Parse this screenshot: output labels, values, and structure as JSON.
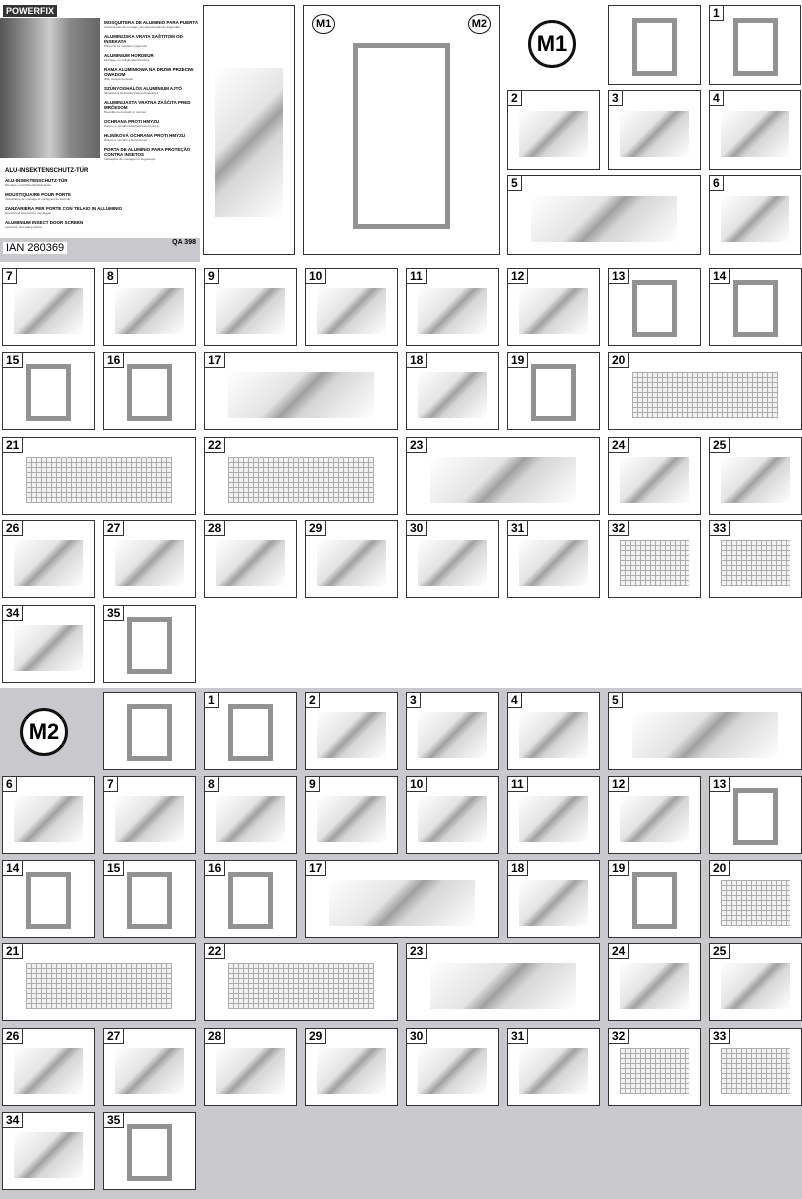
{
  "cover": {
    "brand": "POWERFIX",
    "title": "ALU-INSEKTENSCHUTZ-TÜR",
    "languages_right": [
      {
        "title": "MOSQUITERA DE ALUMINIO PARA PUERTA",
        "sub": "Instrucciones de montaje y de advertencias de seguridad"
      },
      {
        "title": "ALUMINIJSKA VRATA SAŠTITOM OD INSEKATA",
        "sub": "Priprema za montažu i sigurnost"
      },
      {
        "title": "ALUMINIUM HORDEUR",
        "sub": "Montage- en veiligheidsinstructies"
      },
      {
        "title": "RAMA ALUMINIOWA NA DRZWI PRZECIW OWADOM",
        "sub": "Wsk. bezpieczeństwa"
      },
      {
        "title": "SZÚNYOGHÁLÓS ALUMÍNIUM AJTÓ",
        "sub": "Tanácsok a biztonsági összeszereléshez"
      },
      {
        "title": "ALUMINIJASTA VRATNA ZAŠČITA PRED MRČESOM",
        "sub": "Navodila za montažo in varnost"
      },
      {
        "title": "OCHRANA PROTI HMYZU",
        "sub": "Pokyny k montáži a bezpečnostní pokyny"
      },
      {
        "title": "HLINÍKOVÁ OCHRANA PROTI HMYZU",
        "sub": "Pokyny k montáži a bezpečnosti"
      },
      {
        "title": "PORTA DE ALUMÍNIO PARA PROTEÇÃO CONTRA INSETOS",
        "sub": "Indicações de montagem e segurança"
      }
    ],
    "languages_left": [
      {
        "title": "ALU-INSEKTENSCHUTZ-TÜR",
        "sub": "Montage- und Sicherheitshinweise"
      },
      {
        "title": "MOUSTIQUAIRE POUR PORTE",
        "sub": "Instructions de montage et consignes de sécurité"
      },
      {
        "title": "ZANZARIERA PER PORTE CON TELAIO IN ALLUMINIO",
        "sub": "Istruzioni di sicurezza e montaggio"
      },
      {
        "title": "ALUMINIUM INSECT DOOR SCREEN",
        "sub": "Assembly and safety advice"
      }
    ],
    "ian": "IAN 280369",
    "model": "QA 398"
  },
  "m1": {
    "logo": "M1",
    "steps": [
      "1",
      "2",
      "3",
      "4",
      "5",
      "6",
      "7",
      "8",
      "9",
      "10",
      "11",
      "12",
      "13",
      "14",
      "15",
      "16",
      "17",
      "18",
      "19",
      "20",
      "21",
      "22",
      "23",
      "24",
      "25",
      "26",
      "27",
      "28",
      "29",
      "30",
      "31",
      "32",
      "33",
      "34",
      "35"
    ]
  },
  "m2": {
    "logo": "M2",
    "steps": [
      "1",
      "2",
      "3",
      "4",
      "5",
      "6",
      "7",
      "8",
      "9",
      "10",
      "11",
      "12",
      "13",
      "14",
      "15",
      "16",
      "17",
      "18",
      "19",
      "20",
      "21",
      "22",
      "23",
      "24",
      "25",
      "26",
      "27",
      "28",
      "29",
      "30",
      "31",
      "32",
      "33",
      "34",
      "35"
    ]
  },
  "diagram": {
    "labels": [
      "M1",
      "M2"
    ]
  }
}
